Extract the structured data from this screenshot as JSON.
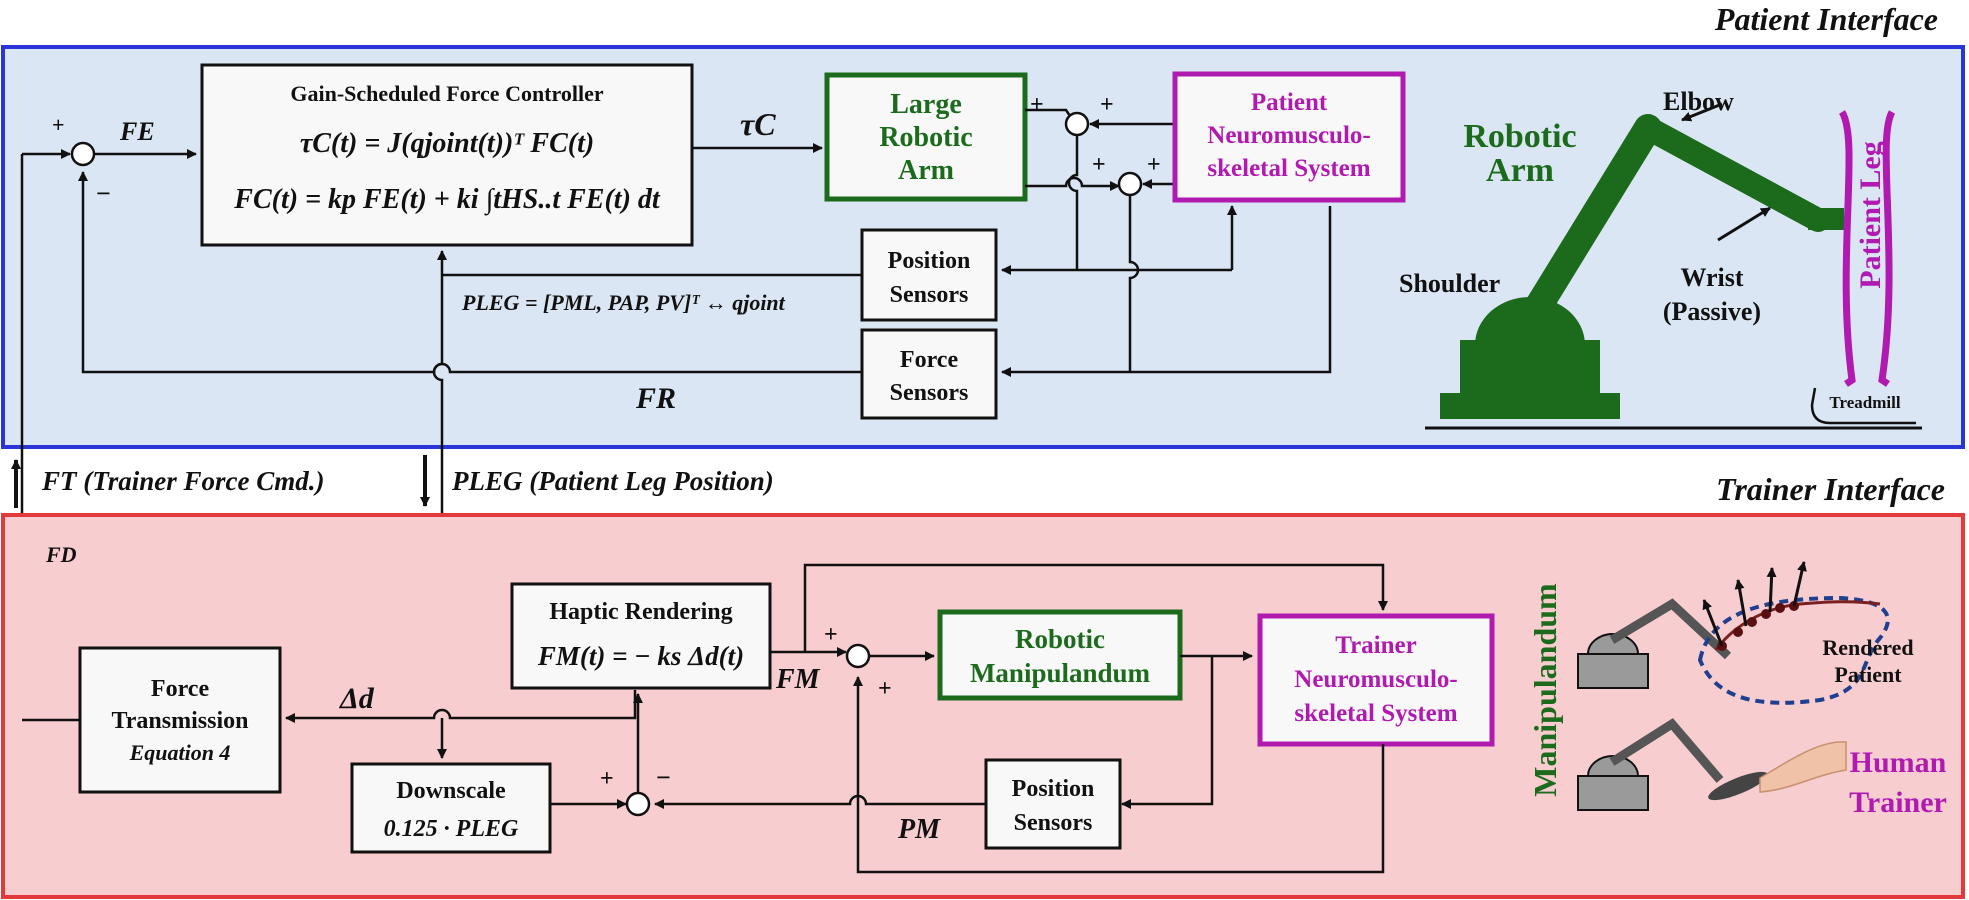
{
  "patient_interface": {
    "title": "Patient Interface",
    "controller": {
      "title": "Gain-Scheduled Force Controller",
      "eq1": "τC(t) = J(qjoint(t))ᵀ FC(t)",
      "eq2": "FC(t) = kp FE(t) + ki ∫tHS..t FE(t) dt"
    },
    "large_arm": [
      "Large",
      "Robotic",
      "Arm"
    ],
    "patient_nms": [
      "Patient",
      "Neuromusculo-",
      "skeletal System"
    ],
    "position_sensors": [
      "Position",
      "Sensors"
    ],
    "force_sensors": [
      "Force",
      "Sensors"
    ],
    "signals": {
      "fe": "FE",
      "tau_c": "τC",
      "fr": "FR",
      "pleg_eq": "PLEG = [PML, PAP, PV]ᵀ ↔ qjoint",
      "plus": "+",
      "minus": "−"
    },
    "illustration": {
      "robotic_arm": [
        "Robotic",
        "Arm"
      ],
      "elbow": "Elbow",
      "shoulder": "Shoulder",
      "wrist": [
        "Wrist",
        "(Passive)"
      ],
      "patient_leg": "Patient Leg",
      "treadmill": "Treadmill"
    }
  },
  "links": {
    "ft": "FT (Trainer Force Cmd.)",
    "pleg": "PLEG (Patient Leg Position)"
  },
  "trainer_interface": {
    "title": "Trainer Interface",
    "fd": "FD",
    "force_transmission": [
      "Force",
      "Transmission",
      "Equation 4"
    ],
    "haptic": {
      "title": "Haptic Rendering",
      "eq": "FM(t) = − ks Δd(t)"
    },
    "downscale": [
      "Downscale",
      "0.125 · PLEG"
    ],
    "manipulandum_block": [
      "Robotic",
      "Manipulandum"
    ],
    "trainer_nms": [
      "Trainer",
      "Neuromusculo-",
      "skeletal System"
    ],
    "position_sensors": [
      "Position",
      "Sensors"
    ],
    "signals": {
      "delta_d": "Δd",
      "fm": "FM",
      "pm": "PM"
    },
    "illustration": {
      "manipulandum": "Manipulandum",
      "rendered_patient": [
        "Rendered",
        "Patient"
      ],
      "human_trainer": [
        "Human",
        "Trainer"
      ]
    }
  },
  "colors": {
    "patient_bg": "#dbe6f4",
    "patient_border": "#2a35d8",
    "trainer_bg": "#f8cdd0",
    "trainer_border": "#e23a3a",
    "green": "#1c6b1c",
    "magenta": "#b01ab0"
  }
}
